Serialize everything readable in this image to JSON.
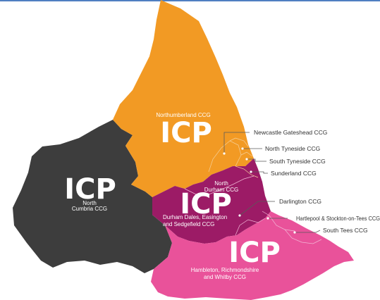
{
  "colors": {
    "top_bar": "#4f7fc1",
    "north_cumbria": "#3d3d3d",
    "northumberland_tyne_wear": "#f29a24",
    "durham_tees_valley": "#9c1b66",
    "north_yorkshire_tees": "#e9529a",
    "callout_text": "#333333",
    "label_text": "#ffffff"
  },
  "icp_labels": {
    "north_cumbria": "ICP",
    "northumberland_tyne_wear": "ICP",
    "durham_tees_valley": "ICP",
    "north_yorkshire_tees": "ICP"
  },
  "region_labels": {
    "northumberland": "Northumberland CCG",
    "north_cumbria_line1": "North",
    "north_cumbria_line2": "Cumbria CCG",
    "north_durham_line1": "North",
    "north_durham_line2": "Durham CCG",
    "durham_dales_line1": "Durham Dales, Easington",
    "durham_dales_line2": "and Sedgefield CCG",
    "hambleton_line1": "Hambleton, Richmondshire",
    "hambleton_line2": "and Whitby CCG"
  },
  "callouts": {
    "newcastle_gateshead": "Newcastle Gateshead CCG",
    "north_tyneside": "North Tyneside CCG",
    "south_tyneside": "South Tyneside CCG",
    "sunderland": "Sunderland CCG",
    "darlington": "Darlington CCG",
    "hartlepool_stockton": "Hartlepool & Stockton-on-Tees CCG",
    "south_tees": "South Tees CCG"
  }
}
